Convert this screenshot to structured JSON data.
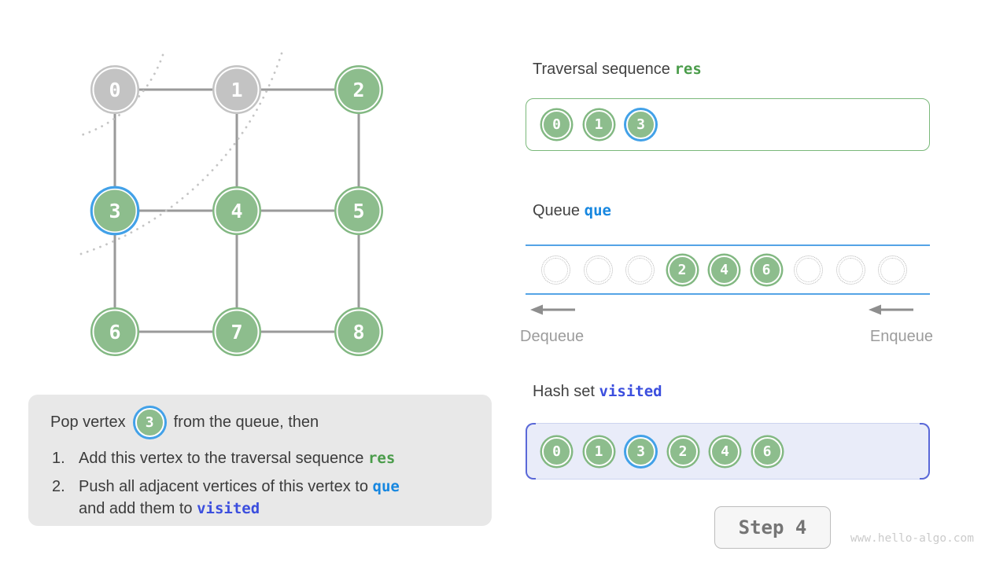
{
  "colors": {
    "green": "#8dbd8d",
    "green_ring": "#82b882",
    "gray": "#c3c3c3",
    "blue": "#42a1e8",
    "edge": "#9a9a9a",
    "arc": "#c5c5c5",
    "text_dark": "#424242",
    "code_green": "#4a9c4a",
    "code_blue": "#1787e0",
    "code_indigo": "#3b4ede",
    "indigo": "#5a68d8",
    "hash_bg": "#e9ecf9",
    "trav_border": "#7ab87a",
    "band_line": "#55a4e6",
    "label_gray": "#9c9c9c",
    "expl_bg": "#e8e8e8",
    "step_bg": "#f6f6f6",
    "step_border": "#bdbdbd",
    "step_text": "#757575",
    "watermark": "#cbcbcb"
  },
  "graph": {
    "vertices": [
      {
        "id": "0",
        "row": 0,
        "col": 0,
        "state": "popped"
      },
      {
        "id": "1",
        "row": 0,
        "col": 1,
        "state": "popped"
      },
      {
        "id": "2",
        "row": 0,
        "col": 2,
        "state": "default"
      },
      {
        "id": "3",
        "row": 1,
        "col": 0,
        "state": "current"
      },
      {
        "id": "4",
        "row": 1,
        "col": 1,
        "state": "default"
      },
      {
        "id": "5",
        "row": 1,
        "col": 2,
        "state": "default"
      },
      {
        "id": "6",
        "row": 2,
        "col": 0,
        "state": "default"
      },
      {
        "id": "7",
        "row": 2,
        "col": 1,
        "state": "default"
      },
      {
        "id": "8",
        "row": 2,
        "col": 2,
        "state": "default"
      }
    ],
    "edges": [
      [
        "0",
        "1"
      ],
      [
        "1",
        "2"
      ],
      [
        "3",
        "4"
      ],
      [
        "4",
        "5"
      ],
      [
        "6",
        "7"
      ],
      [
        "7",
        "8"
      ],
      [
        "0",
        "3"
      ],
      [
        "1",
        "4"
      ],
      [
        "2",
        "5"
      ],
      [
        "3",
        "6"
      ],
      [
        "4",
        "7"
      ],
      [
        "5",
        "8"
      ]
    ]
  },
  "panels": {
    "traversal": {
      "title": "Traversal sequence",
      "var": "res",
      "items": [
        {
          "value": "0",
          "ring": "green"
        },
        {
          "value": "1",
          "ring": "green"
        },
        {
          "value": "3",
          "ring": "blue"
        }
      ]
    },
    "queue": {
      "title": "Queue",
      "var": "que",
      "slots": [
        "",
        "",
        "",
        "2",
        "4",
        "6",
        "",
        "",
        ""
      ],
      "dequeue_label": "Dequeue",
      "enqueue_label": "Enqueue"
    },
    "hashset": {
      "title": "Hash set",
      "var": "visited",
      "items": [
        {
          "value": "0",
          "ring": "green"
        },
        {
          "value": "1",
          "ring": "green"
        },
        {
          "value": "3",
          "ring": "blue"
        },
        {
          "value": "2",
          "ring": "green"
        },
        {
          "value": "4",
          "ring": "green"
        },
        {
          "value": "6",
          "ring": "green"
        }
      ]
    }
  },
  "explanation": {
    "intro_before": "Pop vertex",
    "vertex_value": "3",
    "intro_after": "from the queue, then",
    "items": [
      {
        "num": "1.",
        "parts": [
          {
            "t": "Add this vertex to the traversal sequence "
          },
          {
            "t": "res",
            "cls": "code code-res"
          }
        ]
      },
      {
        "num": "2.",
        "parts": [
          {
            "t": "Push all adjacent vertices of this vertex to "
          },
          {
            "t": "que",
            "cls": "code code-que"
          },
          {
            "br": true
          },
          {
            "t": "and add them to "
          },
          {
            "t": "visited",
            "cls": "code code-visited"
          }
        ]
      }
    ]
  },
  "step": {
    "label": "Step 4"
  },
  "watermark": "www.hello-algo.com"
}
